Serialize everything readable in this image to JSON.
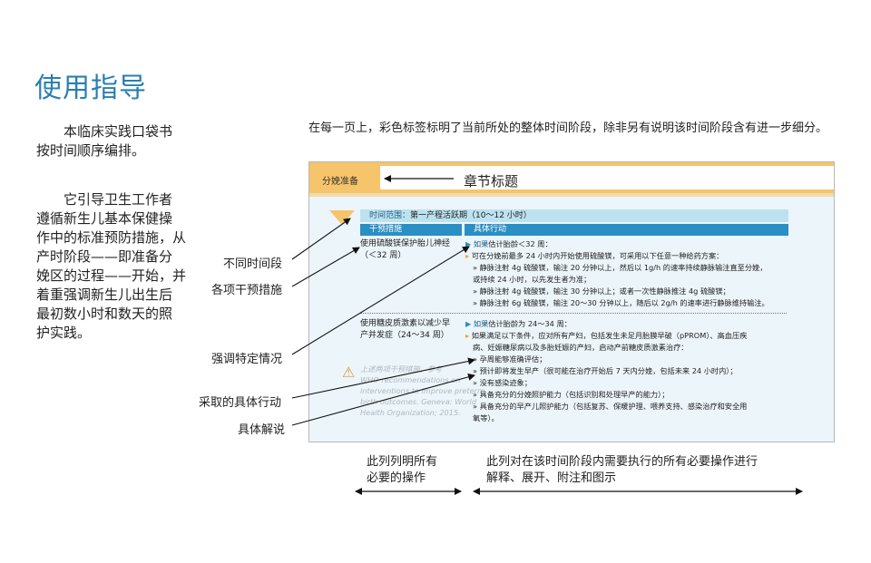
{
  "title": "使用指导",
  "intro": {
    "p1": [
      "本临床实践口袋书",
      "按时间顺序编排。"
    ],
    "p2": [
      "它引导卫生工作者",
      "遵循新生儿基本保健操",
      "作中的标准预防措施，从",
      "产时阶段——即准备分",
      "娩区的过程——开始，并",
      "着重强调新生儿出生后",
      "最初数小时和数天的照",
      "护实践。"
    ]
  },
  "top_description": "在每一页上，彩色标签标明了当前所处的整体时间阶段，除非另有说明该时间阶段含有进一步细分。",
  "callouts": {
    "chapter_title": "章节标题",
    "time_periods": "不同时间段",
    "interventions": "各项干预措施",
    "specific_situation": "强调特定情况",
    "specific_actions": "采取的具体行动",
    "specific_explanation": "具体解说"
  },
  "figure": {
    "tab_label": "分娩准备",
    "time_range_label": "时间范围：",
    "time_range_value": "第一产程活跃期（10～12 小时）",
    "col_interventions": "干预措施",
    "col_actions": "具体行动",
    "interventions": [
      [
        "使用硫酸镁保护胎儿神经",
        "（＜32 周）"
      ],
      [
        "使用糖皮质激素以减少早",
        "产并发症（24～34 周）"
      ]
    ],
    "actions_1": {
      "condition_kw": "如果",
      "condition": "估计胎龄＜32 周：",
      "lines": [
        "可在分娩前最多 24 小时内开始使用硫酸镁，可采用以下任意一种给药方案：",
        "» 静脉注射 4g 硫酸镁，输注 20 分钟以上，然后以 1g/h 的速率持续静脉输注直至分娩，",
        "    或持续 24 小时，以先发生者为准；",
        "» 静脉注射 4g 硫酸镁，输注 30 分钟以上；或者一次性静脉推注 4g 硫酸镁；",
        "» 静脉注射 6g 硫酸镁，输注 20～30 分钟以上，随后以 2g/h 的速率进行静脉维持输注。"
      ]
    },
    "actions_2": {
      "condition_kw": "如果",
      "condition": "估计胎龄为 24～34 周：",
      "lines": [
        "如果满足以下条件，应对所有产妇，包括发生未足月胎膜早破（pPROM）、高血压疾",
        "病、妊娠糖尿病以及多胎妊娠的产妇，启动产前糖皮质激素治疗：",
        "» 孕周能够准确评估；",
        "» 预计即将发生早产（很可能在治疗开始后 7 天内分娩，包括未来 24 小时内）；",
        "» 没有感染迹象；",
        "» 具备充分的分娩照护能力（包括识别和处理早产的能力）；",
        "» 具备充分的早产儿照护能力（包括复苏、保暖护理、喂养支持、感染治疗和安全用",
        "    氧等）。"
      ]
    },
    "warning_lines": [
      "上述两项干预措施，参考",
      "WHO recommendations on",
      "interventions to improve preterm",
      "birth outcomes. Geneva: World",
      "Health Organization; 2015."
    ]
  },
  "bottom_notes": {
    "left": [
      "此列列明所有",
      "必要的操作"
    ],
    "right": [
      "此列对在该时间阶段内需要执行的所有必要操作进行",
      "解释、展开、附注和图示"
    ]
  }
}
